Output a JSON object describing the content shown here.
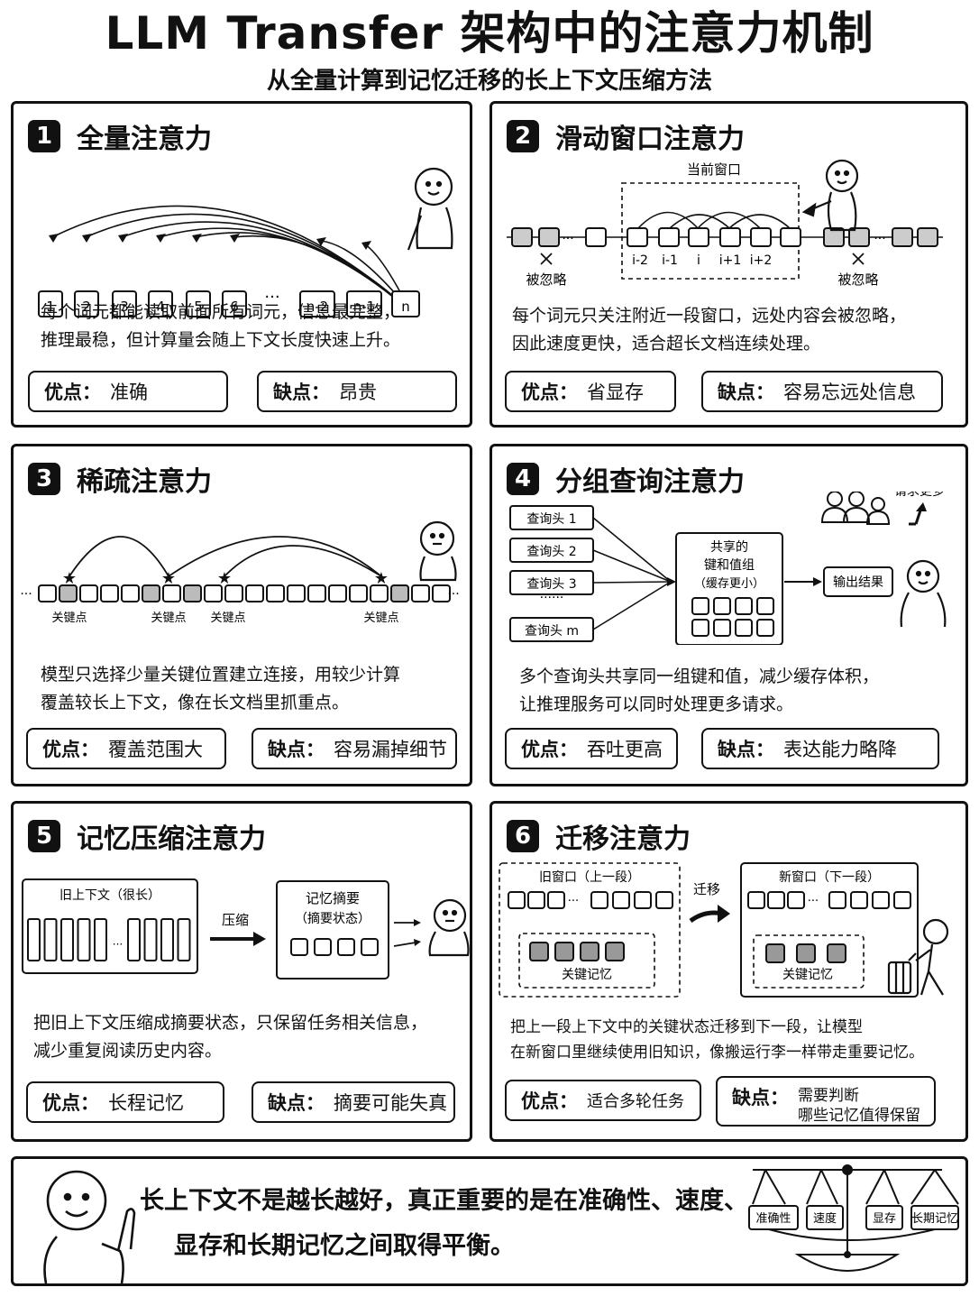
{
  "title": "LLM Transfer 架构中的注意力机制",
  "subtitle": "从全量计算到记忆迁移的长上下文压缩方法",
  "panels": [
    {
      "num": "1",
      "title": "全量注意力",
      "tokens": [
        "1",
        "2",
        "3",
        "4",
        "5",
        "6",
        "···",
        "n-2",
        "n-1",
        "n"
      ],
      "desc1": "每个词元都能读取前面所有词元，信息最完整，",
      "desc2": "推理最稳，但计算量会随上下文长度快速上升。",
      "pro_k": "优点：",
      "pro_v": "准确",
      "con_k": "缺点：",
      "con_v": "昂贵"
    },
    {
      "num": "2",
      "title": "滑动窗口注意力",
      "window_label": "当前窗口",
      "ignored": "被忽略",
      "idx": [
        "i-2",
        "i-1",
        "i",
        "i+1",
        "i+2"
      ],
      "desc1": "每个词元只关注附近一段窗口，远处内容会被忽略，",
      "desc2": "因此速度更快，适合超长文档连续处理。",
      "pro_k": "优点：",
      "pro_v": "省显存",
      "con_k": "缺点：",
      "con_v": "容易忘远处信息"
    },
    {
      "num": "3",
      "title": "稀疏注意力",
      "key_label": "关键点",
      "desc1": "模型只选择少量关键位置建立连接，用较少计算",
      "desc2": "覆盖较长上下文，像在长文档里抓重点。",
      "pro_k": "优点：",
      "pro_v": "覆盖范围大",
      "con_k": "缺点：",
      "con_v": "容易漏掉细节"
    },
    {
      "num": "4",
      "title": "分组查询注意力",
      "heads": [
        "查询头 1",
        "查询头 2",
        "查询头 3",
        "······",
        "查询头 m"
      ],
      "shared1": "共享的",
      "shared2": "键和值组",
      "shared3": "（缓存更小）",
      "output": "输出结果",
      "more": "请求更多",
      "desc1": "多个查询头共享同一组键和值，减少缓存体积，",
      "desc2": "让推理服务可以同时处理更多请求。",
      "pro_k": "优点：",
      "pro_v": "吞吐更高",
      "con_k": "缺点：",
      "con_v": "表达能力略降"
    },
    {
      "num": "5",
      "title": "记忆压缩注意力",
      "old_ctx": "旧上下文（很长）",
      "compress": "压缩",
      "summary1": "记忆摘要",
      "summary2": "（摘要状态）",
      "desc1": "把旧上下文压缩成摘要状态，只保留任务相关信息，",
      "desc2": "减少重复阅读历史内容。",
      "pro_k": "优点：",
      "pro_v": "长程记忆",
      "con_k": "缺点：",
      "con_v": "摘要可能失真"
    },
    {
      "num": "6",
      "title": "迁移注意力",
      "old_win": "旧窗口（上一段）",
      "migrate": "迁移",
      "new_win": "新窗口（下一段）",
      "key_mem": "关键记忆",
      "desc1": "把上一段上下文中的关键状态迁移到下一段，让模型",
      "desc2": "在新窗口里继续使用旧知识，像搬运行李一样带走重要记忆。",
      "pro_k": "优点：",
      "pro_v": "适合多轮任务",
      "con_k": "缺点：",
      "con_v1": "需要判断",
      "con_v2": "哪些记忆值得保留"
    }
  ],
  "conclusion": {
    "line1": "长上下文不是越长越好，真正重要的是在准确性、速度、",
    "line2": "显存和长期记忆之间取得平衡。",
    "scale": [
      "准确性",
      "速度",
      "显存",
      "长期记忆"
    ]
  }
}
